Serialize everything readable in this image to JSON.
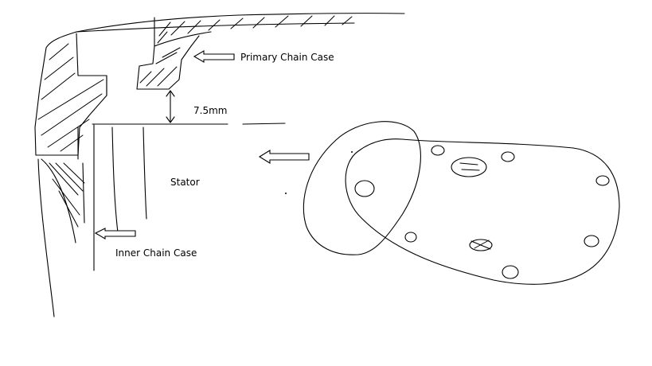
{
  "labels": {
    "primary_chain_case": "Primary Chain Case",
    "gap": "7.5mm",
    "stator": "Stator",
    "inner_chain_case": "Inner Chain Case"
  }
}
